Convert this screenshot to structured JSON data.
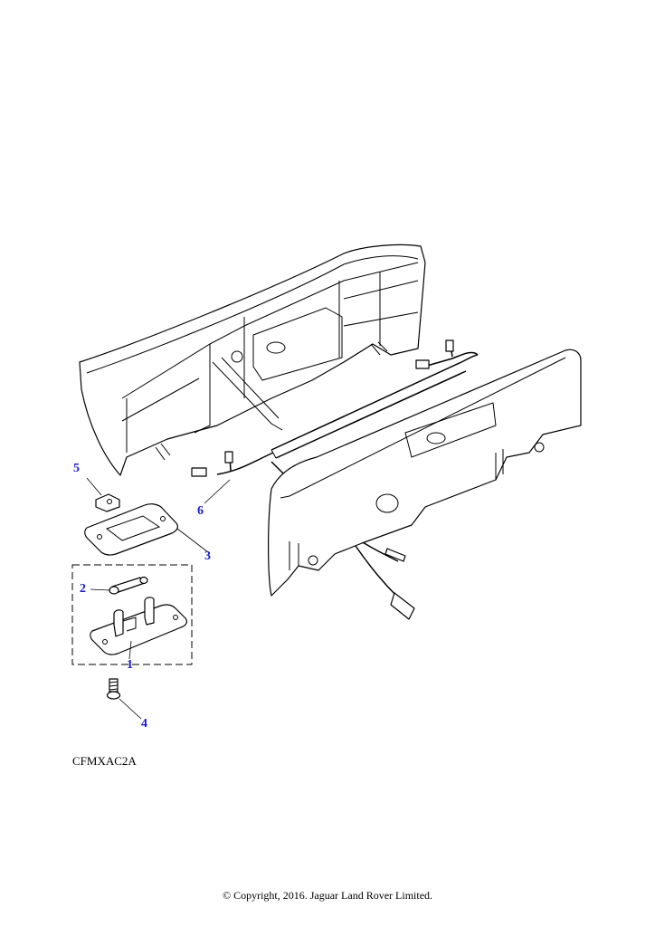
{
  "diagram": {
    "callouts": [
      {
        "id": "1",
        "label": "1"
      },
      {
        "id": "2",
        "label": "2"
      },
      {
        "id": "3",
        "label": "3"
      },
      {
        "id": "4",
        "label": "4"
      },
      {
        "id": "5",
        "label": "5"
      },
      {
        "id": "6",
        "label": "6"
      }
    ],
    "callout_color": "#1a1acc",
    "drawing_code": "CFMXAC2A"
  },
  "footer": {
    "copyright": "© Copyright, 2016. Jaguar Land Rover Limited."
  }
}
